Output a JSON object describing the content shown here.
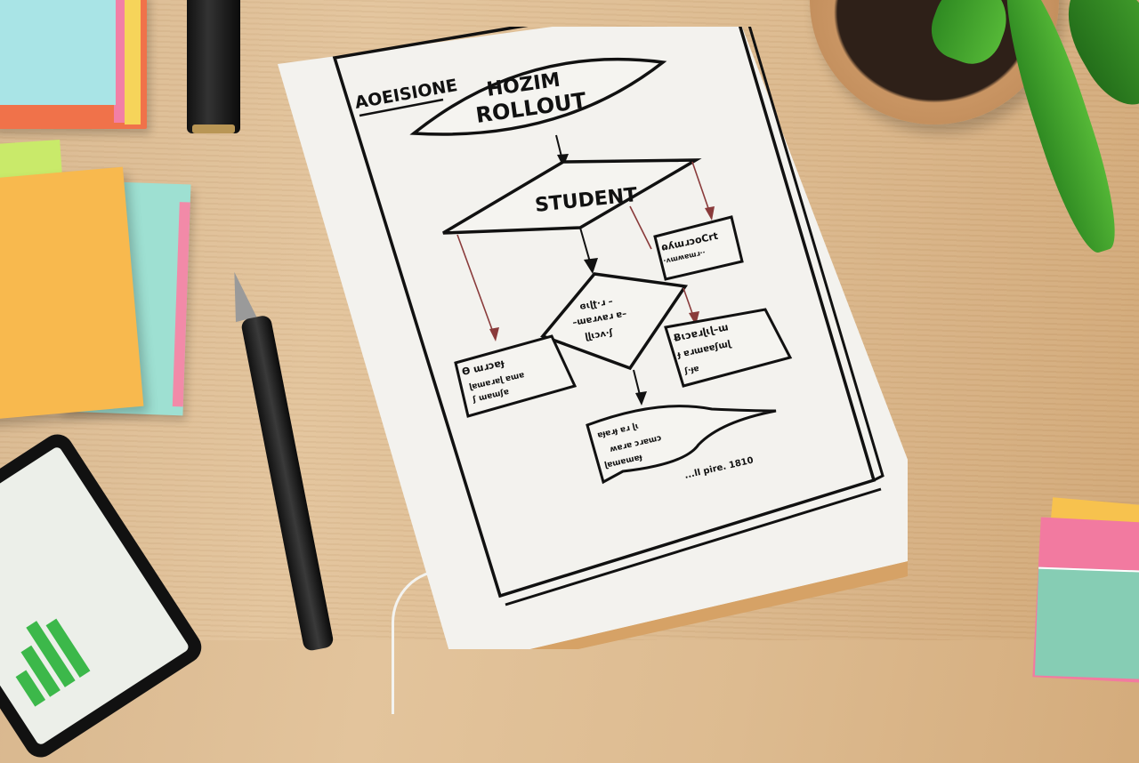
{
  "scene": {
    "description": "Overhead photo of a wooden desk with a notebook showing a hand-drawn flowchart, sticky notes, fountain pen, pen cap, potted plant and a tablet",
    "desk_color": "#dcb98e"
  },
  "notebook": {
    "corner_label": "AOEISIONE",
    "flowchart": {
      "start_node": {
        "shape": "oval",
        "line1": "HOZIM",
        "line2": "ROLLOUT"
      },
      "node2": {
        "shape": "parallelogram",
        "label": "STUDENT"
      },
      "node3": {
        "shape": "box",
        "label": "(illegible)"
      },
      "decision": {
        "shape": "diamond",
        "label": "(illegible)"
      },
      "left_box": {
        "shape": "box",
        "label": "(illegible)"
      },
      "right_box": {
        "shape": "box",
        "label": "(illegible)"
      },
      "end_node": {
        "shape": "tapered box",
        "label": "(illegible)",
        "side_note": "...ll pire. 1810"
      }
    }
  },
  "objects": {
    "sticky_notes_colors": [
      "#a9e4e6",
      "#f0724a",
      "#f27fa6",
      "#f6d45a",
      "#f8b94e",
      "#9ee0d2",
      "#c9ea6a",
      "#86cdb4"
    ],
    "plant_leaf_color": "#4aa834",
    "tablet_chart_color": "#3cb84a"
  }
}
